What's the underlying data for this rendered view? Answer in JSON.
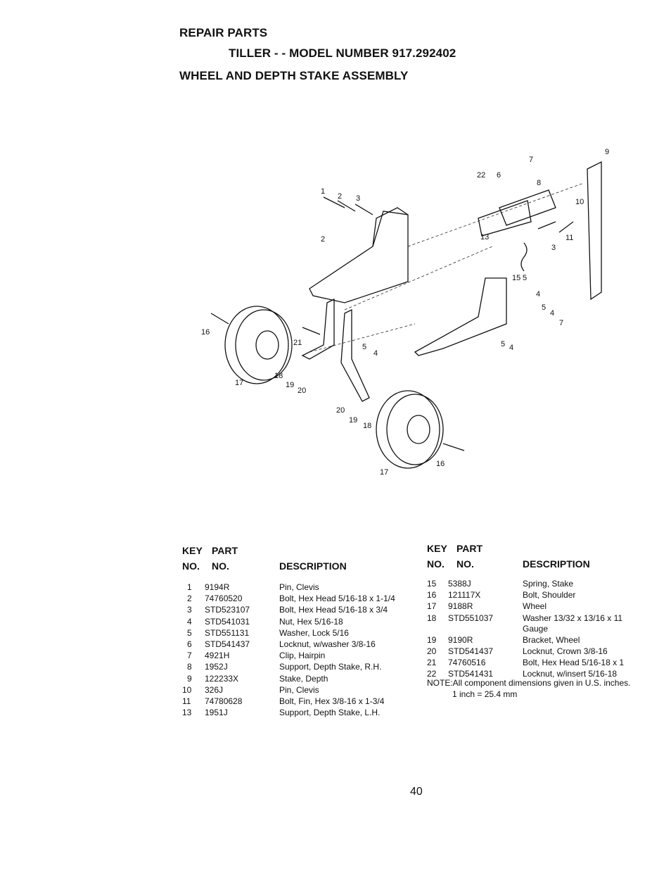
{
  "header": {
    "line1": "REPAIR PARTS",
    "line2": "TILLER - - MODEL NUMBER 917.292402",
    "line3": "WHEEL AND DEPTH STAKE ASSEMBLY"
  },
  "diagram": {
    "callouts": [
      "1",
      "2",
      "3",
      "2",
      "22",
      "6",
      "7",
      "8",
      "9",
      "10",
      "13",
      "11",
      "3",
      "15",
      "5",
      "4",
      "5",
      "4",
      "7",
      "5",
      "4",
      "16",
      "21",
      "5",
      "4",
      "18",
      "17",
      "19",
      "20",
      "20",
      "19",
      "18",
      "17",
      "16"
    ]
  },
  "table_headers": {
    "key_line1": "KEY",
    "part_line1": "PART",
    "key_line2": "NO.",
    "part_line2": "NO.",
    "description": "DESCRIPTION"
  },
  "parts_left": [
    {
      "key": "1",
      "part": "9194R",
      "desc": "Pin, Clevis"
    },
    {
      "key": "2",
      "part": "74760520",
      "desc": "Bolt, Hex Head  5/16-18 x 1-1/4"
    },
    {
      "key": "3",
      "part": "STD523107",
      "desc": "Bolt, Hex Head  5/16-18 x 3/4"
    },
    {
      "key": "4",
      "part": "STD541031",
      "desc": "Nut, Hex 5/16-18"
    },
    {
      "key": "5",
      "part": "STD551131",
      "desc": "Washer, Lock 5/16"
    },
    {
      "key": "6",
      "part": "STD541437",
      "desc": "Locknut, w/washer  3/8-16"
    },
    {
      "key": "7",
      "part": "4921H",
      "desc": "Clip, Hairpin"
    },
    {
      "key": "8",
      "part": "1952J",
      "desc": "Support, Depth Stake, R.H."
    },
    {
      "key": "9",
      "part": "122233X",
      "desc": "Stake, Depth"
    },
    {
      "key": "10",
      "part": "326J",
      "desc": "Pin, Clevis"
    },
    {
      "key": "11",
      "part": "74780628",
      "desc": "Bolt, Fin, Hex 3/8-16 x 1-3/4"
    },
    {
      "key": "13",
      "part": "1951J",
      "desc": "Support, Depth Stake, L.H."
    }
  ],
  "parts_right": [
    {
      "key": "15",
      "part": "5388J",
      "desc": "Spring, Stake",
      "desc2": ""
    },
    {
      "key": "16",
      "part": "121117X",
      "desc": "Bolt, Shoulder",
      "desc2": ""
    },
    {
      "key": "17",
      "part": "9188R",
      "desc": "Wheel",
      "desc2": ""
    },
    {
      "key": "18",
      "part": "STD551037",
      "desc": "Washer  13/32 x 13/16 x 11",
      "desc2": "Gauge"
    },
    {
      "key": "19",
      "part": "9190R",
      "desc": "Bracket, Wheel",
      "desc2": ""
    },
    {
      "key": "20",
      "part": "STD541437",
      "desc": "Locknut, Crown  3/8-16",
      "desc2": ""
    },
    {
      "key": "21",
      "part": "74760516",
      "desc": "Bolt, Hex Head  5/16-18 x 1",
      "desc2": ""
    },
    {
      "key": "22",
      "part": "STD541431",
      "desc": "Locknut, w/insert  5/16-18",
      "desc2": ""
    }
  ],
  "note": {
    "line1": "NOTE:All component dimensions given in U.S. inches.",
    "line2": "1 inch = 25.4 mm"
  },
  "page_number": "40"
}
